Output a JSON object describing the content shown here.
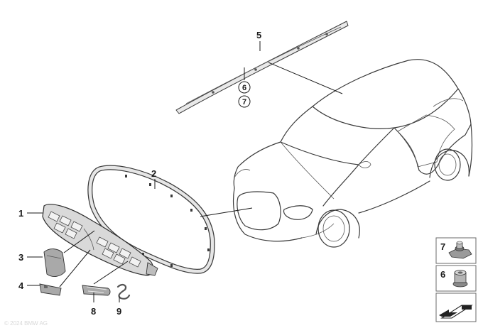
{
  "callouts": [
    {
      "id": "c1",
      "label": "1"
    },
    {
      "id": "c2",
      "label": "2"
    },
    {
      "id": "c3",
      "label": "3"
    },
    {
      "id": "c4",
      "label": "4"
    },
    {
      "id": "c5",
      "label": "5"
    },
    {
      "id": "c6",
      "label": "6"
    },
    {
      "id": "c7",
      "label": "7"
    },
    {
      "id": "c8",
      "label": "8"
    },
    {
      "id": "c9",
      "label": "9"
    }
  ],
  "thumbnails": [
    {
      "label": "7",
      "icon": "hex-nut-rivet-icon"
    },
    {
      "label": "6",
      "icon": "push-clip-icon"
    },
    {
      "label": "",
      "icon": "direction-arrow-icon"
    }
  ],
  "watermark": "© 2024 BMW AG"
}
